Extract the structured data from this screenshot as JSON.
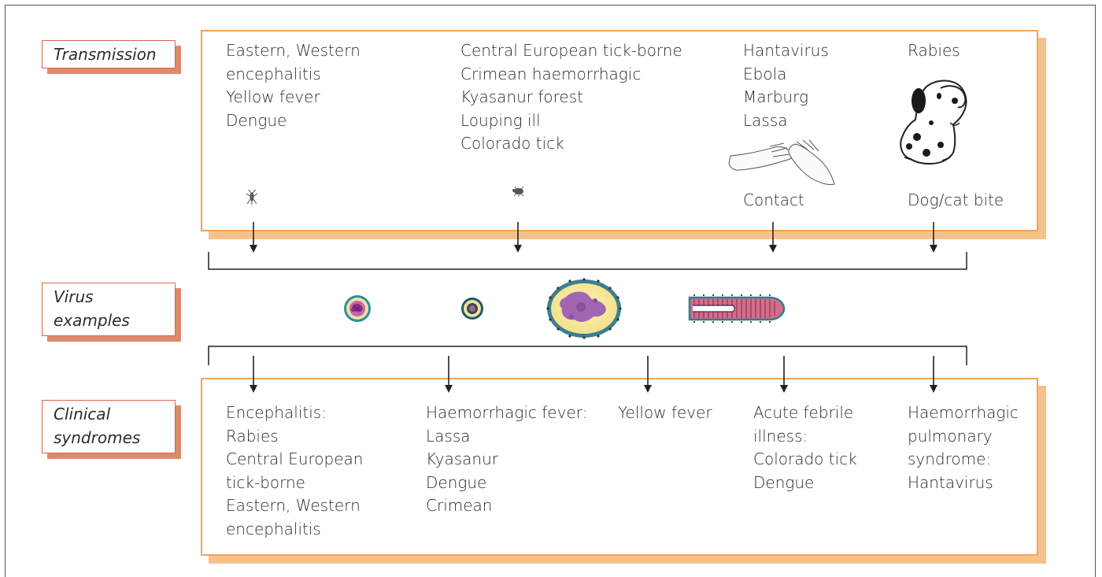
{
  "labels": {
    "transmission": [
      "Transmission"
    ],
    "virus_examples": [
      "Virus",
      "examples"
    ],
    "clinical_syndromes": [
      "Clinical",
      "syndromes"
    ]
  },
  "transmission": {
    "col1": [
      "Eastern, Western",
      "encephalitis",
      "Yellow fever",
      "Dengue"
    ],
    "col2": [
      "Central European tick-borne",
      "Crimean haemorrhagic",
      "Kyasanur forest",
      "Louping ill",
      "Colorado tick"
    ],
    "col3": [
      "Hantavirus",
      "Ebola",
      "Marburg",
      "Lassa"
    ],
    "col4": [
      "Rabies"
    ],
    "contact_label": "Contact",
    "bite_label": "Dog/cat bite",
    "icons": [
      "mosquito-icon",
      "tick-icon",
      "hands-icon",
      "dog-icon"
    ]
  },
  "virus_icons": [
    "small-round-virus-icon",
    "tiny-round-virus-icon",
    "large-enveloped-virus-icon",
    "rod-virus-icon"
  ],
  "syndromes": {
    "col1": [
      "Encephalitis:",
      "Rabies",
      "Central European",
      "tick-borne",
      "Eastern, Western",
      "encephalitis"
    ],
    "col2": [
      "Haemorrhagic fever:",
      "Lassa",
      "Kyasanur",
      "Dengue",
      "Crimean"
    ],
    "col3": [
      "Yellow fever"
    ],
    "col4": [
      "Acute febrile",
      "illness:",
      "Colorado tick",
      "Dengue"
    ],
    "col5": [
      "Haemorrhagic",
      "pulmonary",
      "syndrome:",
      "Hantavirus"
    ]
  },
  "colors": {
    "label_border": "#d4684e",
    "label_shadow": "#dc8a6e",
    "panel_border": "#f4a256",
    "panel_shadow": "#f6c28a"
  }
}
